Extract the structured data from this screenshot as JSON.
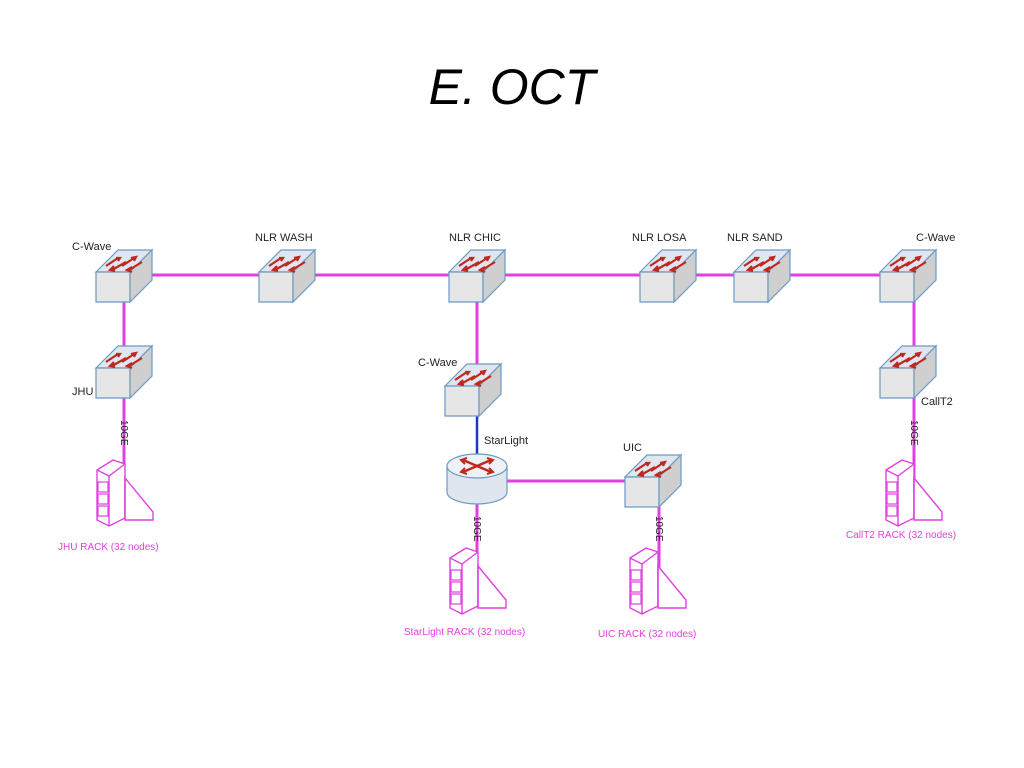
{
  "title": "E. OCT",
  "colors": {
    "link": "#e040e0",
    "uplink": "#2233cc",
    "switch_top": "#dfe6ef",
    "switch_front": "#e4e4e4",
    "switch_edge": "#6a9ac4",
    "arrow": "#c0281e",
    "rack": "#e040e0"
  },
  "switches": [
    {
      "id": "cwave-left",
      "label": "C-Wave"
    },
    {
      "id": "nlr-wash",
      "label": "NLR WASH"
    },
    {
      "id": "nlr-chic",
      "label": "NLR CHIC"
    },
    {
      "id": "nlr-losa",
      "label": "NLR LOSA"
    },
    {
      "id": "nlr-sand",
      "label": "NLR SAND"
    },
    {
      "id": "cwave-right",
      "label": "C-Wave"
    },
    {
      "id": "jhu",
      "label": "JHU"
    },
    {
      "id": "cwave-mid",
      "label": "C-Wave"
    },
    {
      "id": "calit2",
      "label": "CallT2"
    },
    {
      "id": "uic",
      "label": "UIC"
    }
  ],
  "router": {
    "label": "StarLight"
  },
  "speed_label": "10GE",
  "racks": [
    {
      "id": "jhu-rack",
      "label": "JHU RACK (32 nodes)"
    },
    {
      "id": "starlight-rack",
      "label": "StarLight RACK (32 nodes)"
    },
    {
      "id": "uic-rack",
      "label": "UIC RACK (32 nodes)"
    },
    {
      "id": "calit2-rack",
      "label": "CallT2 RACK (32 nodes)"
    }
  ]
}
